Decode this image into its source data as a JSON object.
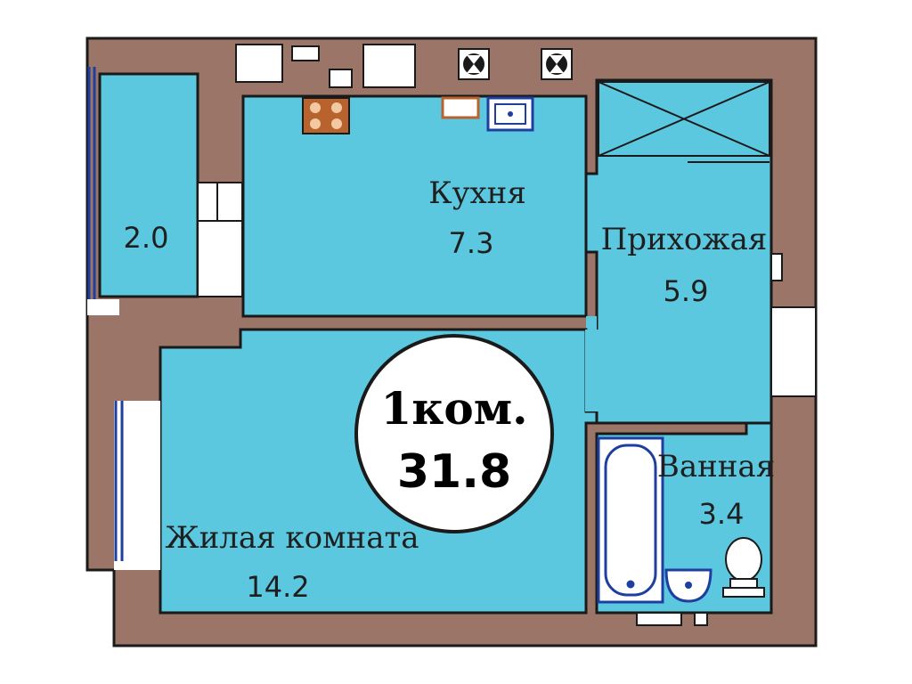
{
  "colors": {
    "wall": "#9b7567",
    "floor": "#5bc8e0",
    "outline": "#1a1a1a",
    "window": "#ffffff",
    "window_frame": "#1e3fa0",
    "stove": "#b8632d",
    "badge_bg": "#ffffff"
  },
  "badge": {
    "rooms": "1ком.",
    "total_area": "31.8"
  },
  "rooms": {
    "balcony": {
      "area": "2.0"
    },
    "kitchen": {
      "name": "Кухня",
      "area": "7.3"
    },
    "hallway": {
      "name": "Прихожая",
      "area": "5.9"
    },
    "bathroom": {
      "name": "Ванная",
      "area": "3.4"
    },
    "living": {
      "name": "Жилая комната",
      "area": "14.2"
    }
  },
  "icons": {
    "stove": "stove-icon",
    "sink": "kitchen-sink-icon",
    "fan": "ventilation-fan-icon",
    "bathtub": "bathtub-icon",
    "washbasin": "washbasin-icon",
    "toilet": "toilet-icon",
    "closet": "closet-cross-icon"
  }
}
